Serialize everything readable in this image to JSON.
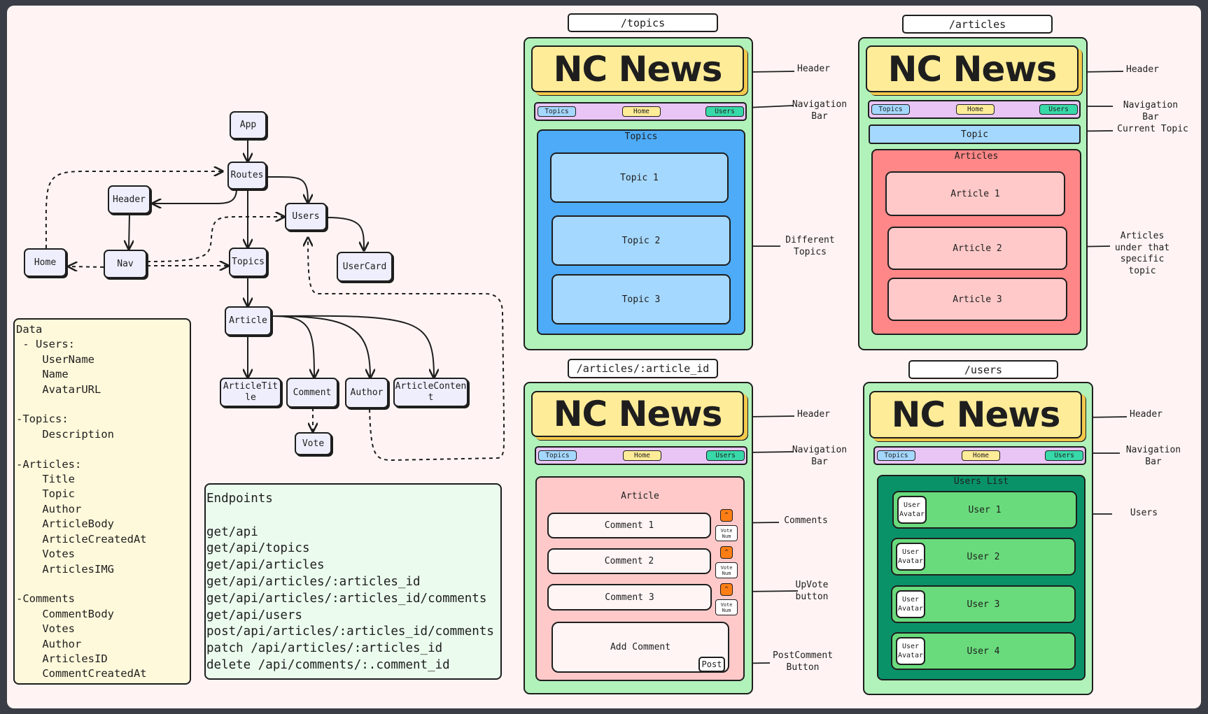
{
  "colors": {
    "canvas": "#fff4f3",
    "frame": "#b1f2ba",
    "header": "#ffec99",
    "nav": "#e8c5f5",
    "topics_bg": "#4dabf7",
    "topic_item": "#a5d8ff",
    "articles_bg": "#ff8787",
    "article_item": "#ffc9c9",
    "users_bg": "#099268",
    "user_item": "#69db7c",
    "upvote": "#fd7e14"
  },
  "tree": {
    "app": "App",
    "routes": "Routes",
    "header": "Header",
    "users": "Users",
    "home": "Home",
    "nav": "Nav",
    "topics": "Topics",
    "usercard": "UserCard",
    "article": "Article",
    "article_title": "ArticleTit\nle",
    "comment": "Comment",
    "author": "Author",
    "article_content": "ArticleConten\nt",
    "vote": "Vote"
  },
  "data_box": {
    "text": "Data\n - Users:\n    UserName\n    Name\n    AvatarURL\n\n-Topics:\n    Description\n\n-Articles:\n    Title\n    Topic\n    Author\n    ArticleBody\n    ArticleCreatedAt\n    Votes\n    ArticlesIMG\n\n-Comments\n    CommentBody\n    Votes\n    Author\n    ArticlesID\n    CommentCreatedAt"
  },
  "endpoints_box": {
    "text": "Endpoints\n\nget/api\nget/api/topics\nget/api/articles\nget/api/articles/:articles_id\nget/api/articles/:articles_id/comments\nget/api/users\npost/api/articles/:articles_id/comments\npatch /api/articles/:articles_id\ndelete /api/comments/:.comment_id"
  },
  "common": {
    "logo": "NC News",
    "nav_topics": "Topics",
    "nav_home": "Home",
    "nav_users": "Users"
  },
  "topics_page": {
    "route": "/topics",
    "panel_title": "Topics",
    "items": [
      "Topic 1",
      "Topic 2",
      "Topic 3"
    ],
    "annotations": {
      "header": "Header",
      "nav": "Navigation\nBar",
      "list": "Different\nTopics"
    }
  },
  "articles_page": {
    "route": "/articles",
    "current_topic": "Topic",
    "panel_title": "Articles",
    "items": [
      "Article 1",
      "Article 2",
      "Article 3"
    ],
    "annotations": {
      "header": "Header",
      "nav": "Navigation\nBar",
      "current": "Current Topic",
      "list": "Articles\nunder that\nspecific\ntopic"
    }
  },
  "article_page": {
    "route": "/articles/:article_id",
    "panel_title": "Article",
    "comments": [
      "Comment 1",
      "Comment 2",
      "Comment 3"
    ],
    "upvote": "^",
    "vote_num": "Vote\nNum",
    "add_comment": "Add Comment",
    "post": "Post",
    "annotations": {
      "header": "Header",
      "nav": "Navigation\nBar",
      "comments": "Comments",
      "upvote": "UpVote\nbutton",
      "post": "PostComment\nButton"
    }
  },
  "users_page": {
    "route": "/users",
    "panel_title": "Users List",
    "avatar": "User\nAvatar",
    "items": [
      "User 1",
      "User 2",
      "User 3",
      "User 4"
    ],
    "annotations": {
      "header": "Header",
      "nav": "Navigation\nBar",
      "users": "Users"
    }
  }
}
